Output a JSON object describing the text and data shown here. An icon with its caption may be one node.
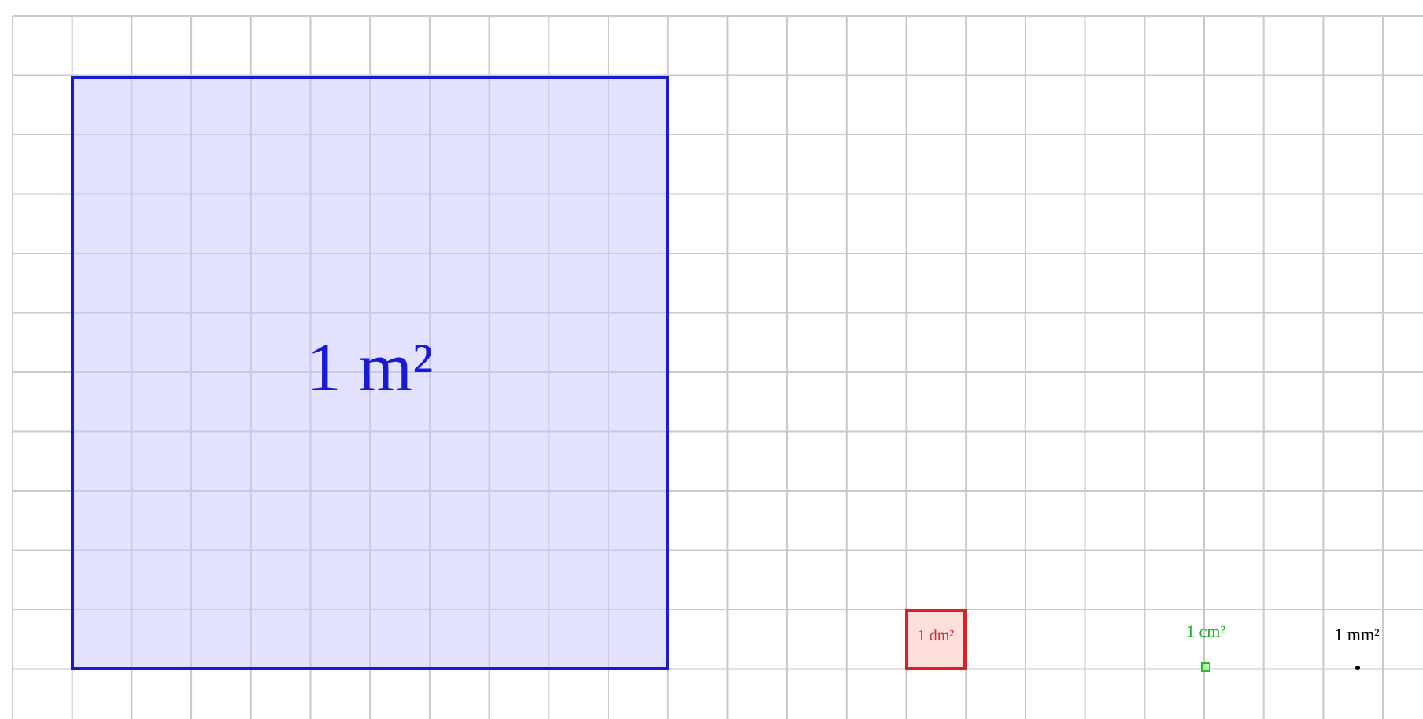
{
  "diagram": {
    "nodes": [
      {
        "text": [
          "1 m²"
        ]
      },
      {
        "text": [
          "1 dm²"
        ]
      },
      {
        "text": [
          "1 cm²"
        ]
      },
      {
        "text": [
          "1 mm²"
        ]
      }
    ]
  }
}
